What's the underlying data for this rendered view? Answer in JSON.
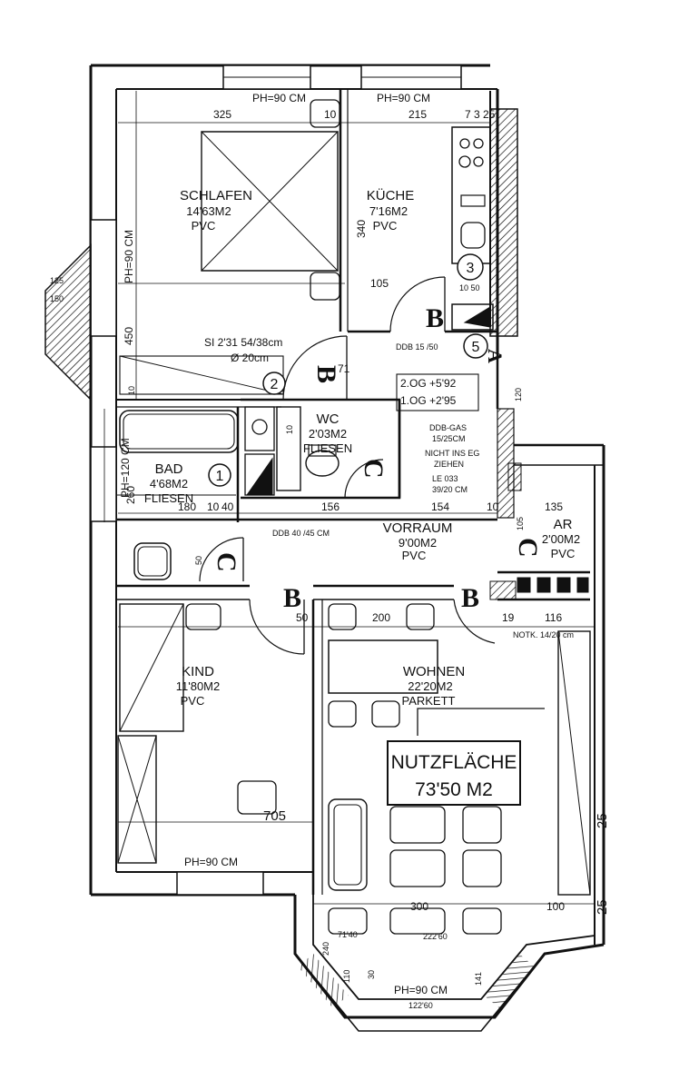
{
  "rooms": {
    "schlafen": {
      "name": "SCHLAFEN",
      "area": "14'63M2",
      "floor": "PVC"
    },
    "kueche": {
      "name": "KÜCHE",
      "area": "7'16M2",
      "floor": "PVC"
    },
    "wc": {
      "name": "WC",
      "area": "2'03M2",
      "floor": "FLIESEN"
    },
    "bad": {
      "name": "BAD",
      "area": "4'68M2",
      "floor": "FLIESEN"
    },
    "vorraum": {
      "name": "VORRAUM",
      "area": "9'00M2",
      "floor": "PVC"
    },
    "ar": {
      "name": "AR",
      "area": "2'00M2",
      "floor": "PVC"
    },
    "kind": {
      "name": "KIND",
      "area": "11'80M2",
      "floor": "PVC"
    },
    "wohnen": {
      "name": "WOHNEN",
      "area": "22'20M2",
      "floor": "PARKETT"
    }
  },
  "total": {
    "label": "NUTZFLÄCHE",
    "value": "73'50 M2"
  },
  "notes": {
    "ph_top_left": "PH=90 CM",
    "ph_top_right": "PH=90 CM",
    "ph_left": "PH=90 CM",
    "ph_bad": "PH=120 CM",
    "ph_kind_bottom": "PH=90 CM",
    "ph_bay": "PH=90 CM",
    "si": "SI 2'31  54/38cm",
    "si_dia": "Ø 20cm",
    "ddb_kitchen": "DDB 15 /50",
    "og2": "2.OG +5'92",
    "og1": "1.OG +2'95",
    "ddb_gas": "DDB-GAS",
    "ddb_gas_size": "15/25CM",
    "nicht": "NICHT INS EG",
    "ziehen": "ZIEHEN",
    "le": "LE 033",
    "le_size": "39/20 CM",
    "ddb_vorraum": "DDB 40 /45 CM",
    "notk": "NOTK. 14/20 cm"
  },
  "dims": {
    "d325": "325",
    "d10a": "10",
    "d215": "215",
    "d7325": "7 3 25",
    "d340": "340",
    "d105": "105",
    "d1050": "10 50",
    "d450": "450",
    "d71": "71",
    "d120": "120",
    "d10b": "10",
    "d260": "260",
    "d180": "180",
    "d10c": "10",
    "d40": "40",
    "d156": "156",
    "d154": "154",
    "d10d": "10",
    "d135": "135",
    "d105b": "105",
    "d50a": "50",
    "d50b": "50",
    "d200": "200",
    "d19": "19",
    "d116": "116",
    "d705": "705",
    "d300": "300",
    "d100": "100",
    "d125": "125",
    "d150": "150",
    "d25a": "25",
    "d25b": "25",
    "d240": "240",
    "d7140": "71'40",
    "d22260": "222'60",
    "d12260": "122'60",
    "d110": "110",
    "d141": "141",
    "d30": "30",
    "d10e": "10"
  },
  "markers": {
    "c1": "1",
    "c2": "2",
    "c3": "3",
    "c5": "5",
    "b": "B",
    "c": "C",
    "a": "A"
  }
}
